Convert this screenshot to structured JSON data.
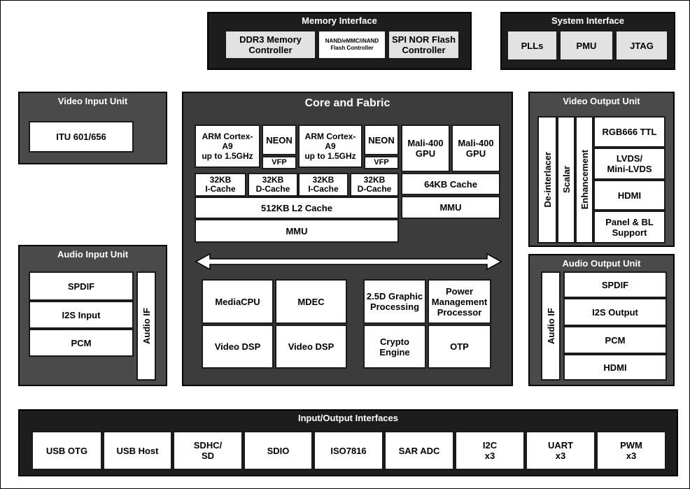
{
  "memory_interface": {
    "title": "Memory Interface",
    "items": [
      "DDR3 Memory\nController",
      "NAND/eMMC/iNAND\nFlash Controller",
      "SPI NOR Flash\nController"
    ]
  },
  "system_interface": {
    "title": "System Interface",
    "items": [
      "PLLs",
      "PMU",
      "JTAG"
    ]
  },
  "video_input_unit": {
    "title": "Video Input Unit",
    "items": [
      "ITU 601/656"
    ]
  },
  "audio_input_unit": {
    "title": "Audio Input Unit",
    "items": [
      "SPDIF",
      "I2S Input",
      "PCM"
    ],
    "side_label": "Audio IF"
  },
  "core_and_fabric": {
    "title": "Core and Fabric",
    "cpu0": {
      "core": "ARM Cortex-\nA9\nup to 1.5GHz",
      "neon": "NEON",
      "vfp": "VFP",
      "icache": "32KB\nI-Cache",
      "dcache": "32KB\nD-Cache"
    },
    "cpu1": {
      "core": "ARM Cortex-\nA9\nup to 1.5GHz",
      "neon": "NEON",
      "vfp": "VFP",
      "icache": "32KB\nI-Cache",
      "dcache": "32KB\nD-Cache"
    },
    "l2_cache": "512KB L2 Cache",
    "cpu_mmu": "MMU",
    "gpu0": "Mali-400\nGPU",
    "gpu1": "Mali-400\nGPU",
    "gpu_cache": "64KB Cache",
    "gpu_mmu": "MMU",
    "media_block": [
      "MediaCPU",
      "MDEC",
      "Video DSP",
      "Video DSP"
    ],
    "misc_block": [
      "2.5D Graphic\nProcessing",
      "Power\nManagement\nProcessor",
      "Crypto\nEngine",
      "OTP"
    ]
  },
  "video_output_unit": {
    "title": "Video Output Unit",
    "vertical_items": [
      "De-interlacer",
      "Scalar",
      "Enhancement"
    ],
    "items": [
      "RGB666 TTL",
      "LVDS/\nMini-LVDS",
      "HDMI",
      "Panel & BL\nSupport"
    ]
  },
  "audio_output_unit": {
    "title": "Audio Output Unit",
    "side_label": "Audio IF",
    "items": [
      "SPDIF",
      "I2S Output",
      "PCM",
      "HDMI"
    ]
  },
  "io_interfaces": {
    "title": "Input/Output Interfaces",
    "items": [
      "USB OTG",
      "USB Host",
      "SDHC/\nSD",
      "SDIO",
      "ISO7816",
      "SAR ADC",
      "I2C\nx3",
      "UART\nx3",
      "PWM\nx3"
    ]
  }
}
